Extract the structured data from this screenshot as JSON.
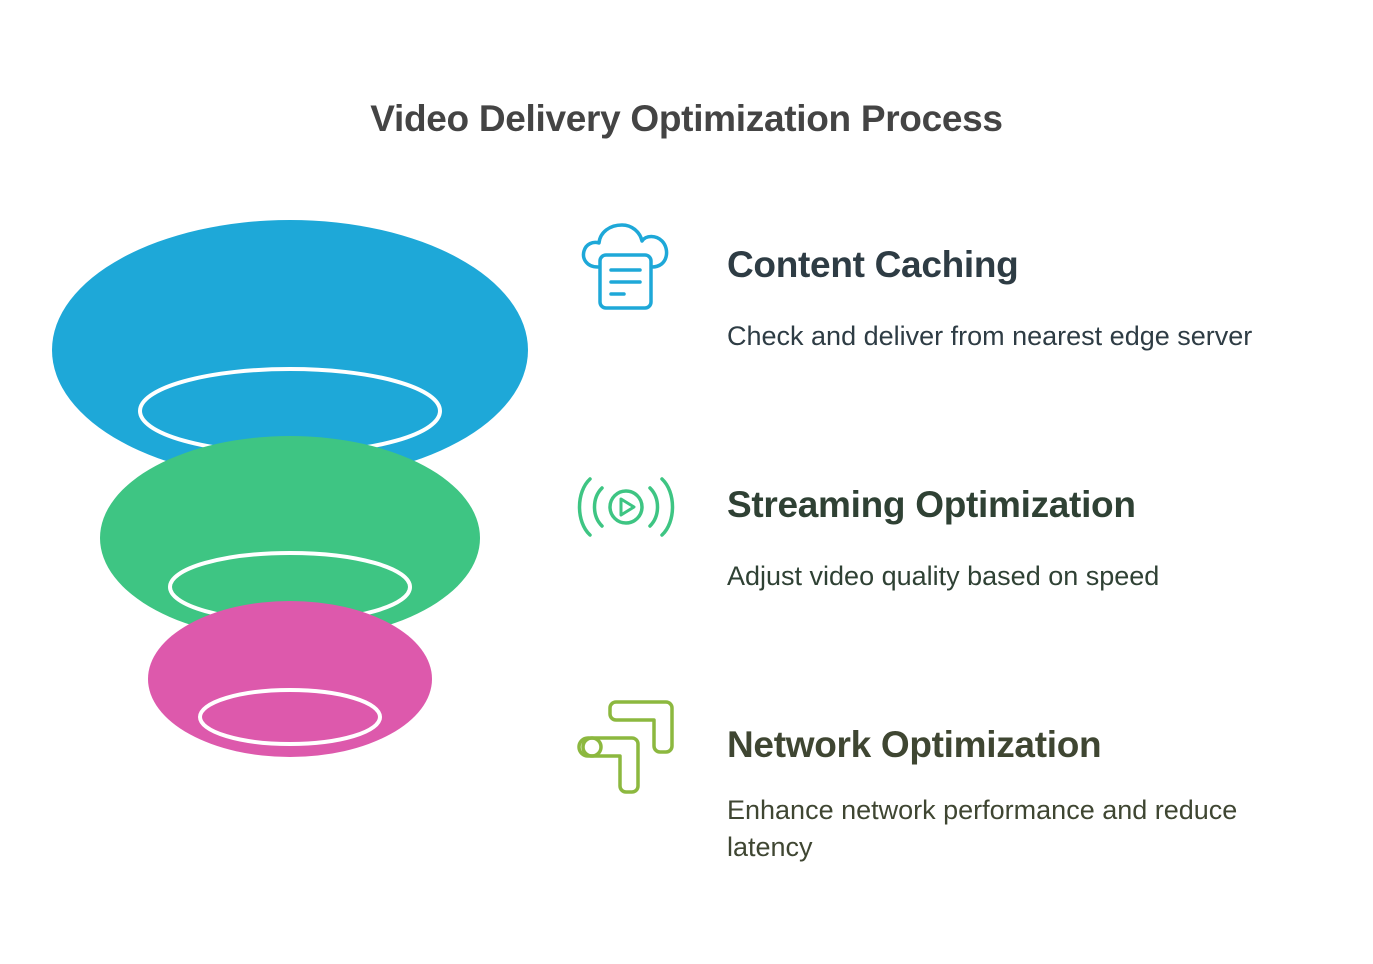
{
  "title": "Video Delivery Optimization Process",
  "colors": {
    "blue": "#1EA8D8",
    "green": "#3EC583",
    "pink": "#DD59AC",
    "icon_blue": "#1EA8D8",
    "icon_green": "#3EC583",
    "icon_olive": "#8CB83F",
    "title_text": "#444444",
    "step1_text": "#2E3C44",
    "step2_text": "#2F4134",
    "step3_text": "#3F4632"
  },
  "steps": [
    {
      "title": "Content Caching",
      "description": "Check and deliver from nearest edge server",
      "icon": "cloud-document-icon"
    },
    {
      "title": "Streaming Optimization",
      "description": "Adjust video quality based on speed",
      "icon": "broadcast-play-icon"
    },
    {
      "title": "Network Optimization",
      "description": "Enhance network performance and reduce latency",
      "icon": "route-arrow-icon"
    }
  ]
}
